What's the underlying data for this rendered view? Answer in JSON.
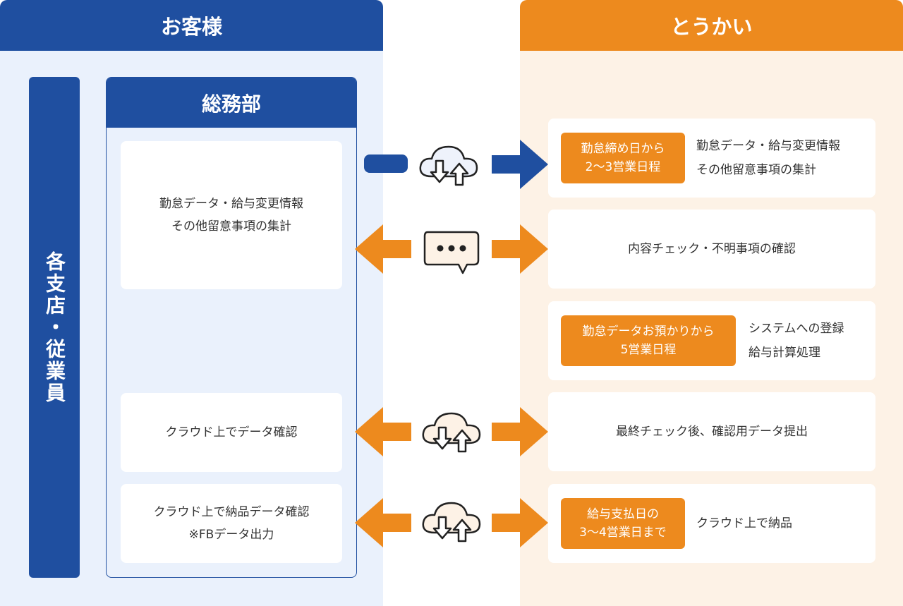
{
  "customer": {
    "title": "お客様",
    "branch_label": "各支店・従業員",
    "dept_title": "総務部",
    "cards": [
      [
        "勤怠データ・給与変更情報",
        "その他留意事項の集計"
      ],
      [
        "クラウド上でデータ確認"
      ],
      [
        "クラウド上で納品データ確認",
        "※FBデータ出力"
      ]
    ]
  },
  "provider": {
    "title": "とうかい",
    "rows": [
      {
        "badge": [
          "勤怠締め日から",
          "2〜3営業日程"
        ],
        "text": [
          "勤怠データ・給与変更情報",
          "その他留意事項の集計"
        ]
      },
      {
        "text": [
          "内容チェック・不明事項の確認"
        ]
      },
      {
        "badge": [
          "勤怠データお預かりから",
          "5営業日程"
        ],
        "text": [
          "システムへの登録",
          "給与計算処理"
        ]
      },
      {
        "text": [
          "最終チェック後、確認用データ提出"
        ]
      },
      {
        "badge": [
          "給与支払日の",
          "3〜4営業日まで"
        ],
        "text": [
          "クラウド上で納品"
        ]
      }
    ]
  },
  "colors": {
    "blue": "#1f4fa0",
    "orange": "#ed8a1e",
    "light_blue": "#eaf1fc",
    "light_orange": "#fdf2e6"
  },
  "icons": [
    "cloud-sync-icon",
    "chat-bubble-icon"
  ]
}
